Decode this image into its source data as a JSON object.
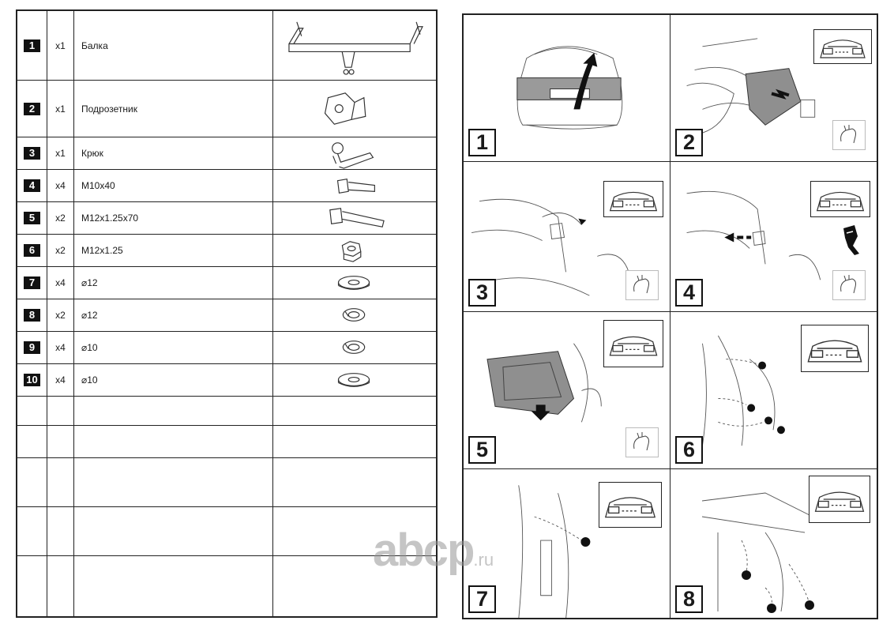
{
  "parts": [
    {
      "num": "1",
      "qty": "x1",
      "name": "Балка",
      "icon": "towbar-beam-icon"
    },
    {
      "num": "2",
      "qty": "x1",
      "name": "Подрозетник",
      "icon": "socket-bracket-icon"
    },
    {
      "num": "3",
      "qty": "x1",
      "name": "Крюк",
      "icon": "tow-hook-icon"
    },
    {
      "num": "4",
      "qty": "x4",
      "name": "M10x40",
      "icon": "bolt-icon"
    },
    {
      "num": "5",
      "qty": "x2",
      "name": "M12x1.25x70",
      "icon": "long-bolt-icon"
    },
    {
      "num": "6",
      "qty": "x2",
      "name": "M12x1.25",
      "icon": "hex-nut-icon"
    },
    {
      "num": "7",
      "qty": "x4",
      "name": "⌀12",
      "icon": "flat-washer-icon"
    },
    {
      "num": "8",
      "qty": "x2",
      "name": "⌀12",
      "icon": "spring-washer-icon"
    },
    {
      "num": "9",
      "qty": "x4",
      "name": "⌀10",
      "icon": "spring-washer-icon"
    },
    {
      "num": "10",
      "qty": "x4",
      "name": "⌀10",
      "icon": "flat-washer-icon"
    }
  ],
  "steps": [
    {
      "num": "1"
    },
    {
      "num": "2"
    },
    {
      "num": "3"
    },
    {
      "num": "4"
    },
    {
      "num": "5"
    },
    {
      "num": "6"
    },
    {
      "num": "7"
    },
    {
      "num": "8"
    }
  ],
  "watermark": {
    "main": "abcp",
    "suffix": ".ru"
  },
  "colors": {
    "line": "#222222",
    "arrow": "#111111",
    "panel_gray": "#8a8a8a"
  }
}
